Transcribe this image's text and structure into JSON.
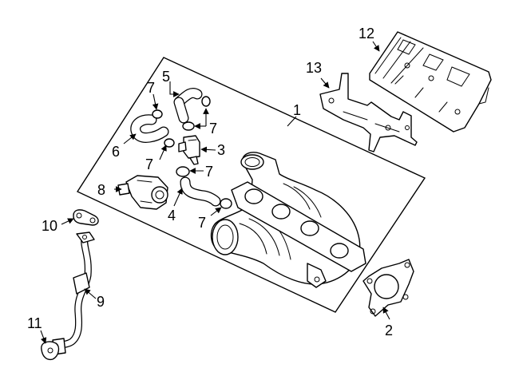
{
  "colors": {
    "line": "#000000",
    "background": "#ffffff"
  },
  "callouts": {
    "c1": "1",
    "c2": "2",
    "c3": "3",
    "c4": "4",
    "c5": "5",
    "c6": "6",
    "c7a": "7",
    "c7b": "7",
    "c7c": "7",
    "c7d": "7",
    "c7e": "7",
    "c8": "8",
    "c9": "9",
    "c10": "10",
    "c11": "11",
    "c12": "12",
    "c13": "13"
  }
}
